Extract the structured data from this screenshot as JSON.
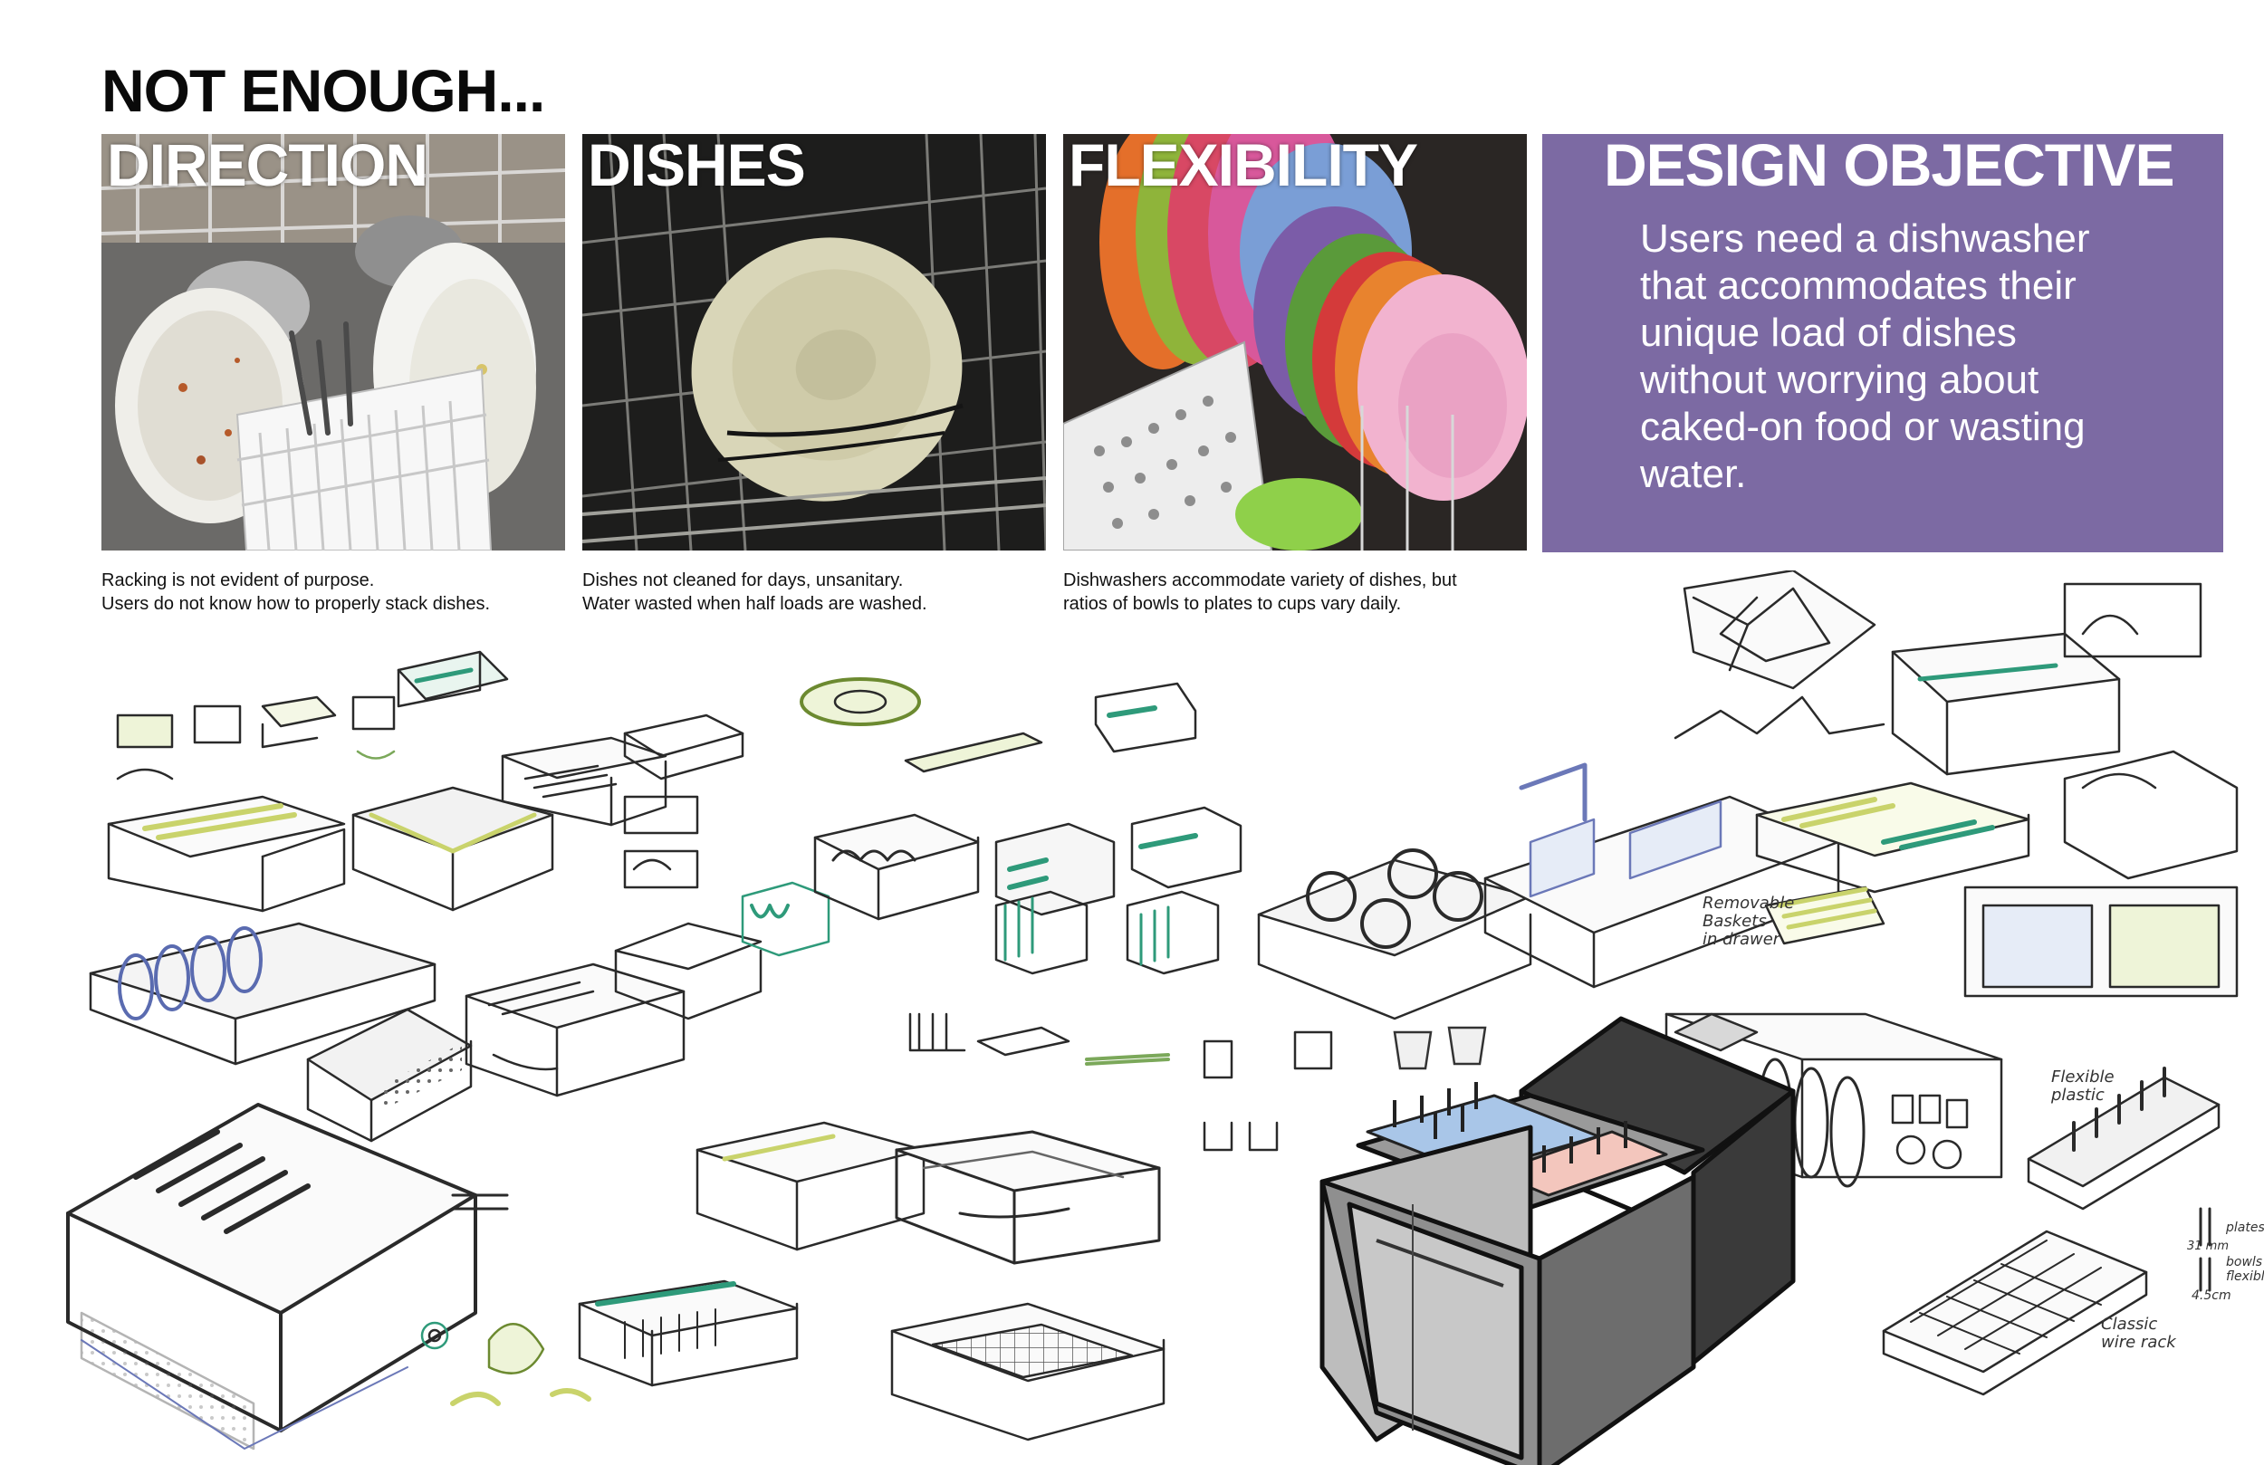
{
  "headline": "NOT ENOUGH...",
  "panels": [
    {
      "title": "DIRECTION",
      "caption_lines": [
        "Racking is not evident of purpose.",
        "Users do not know how to properly stack dishes."
      ]
    },
    {
      "title": "DISHES",
      "caption_lines": [
        "Dishes not cleaned for days, unsanitary.",
        "Water wasted when half loads are washed."
      ]
    },
    {
      "title": "FLEXIBILITY",
      "caption_lines": [
        "Dishwashers accommodate variety of dishes, but",
        "ratios of bowls to plates to cups vary daily."
      ]
    }
  ],
  "objective": {
    "title": "DESIGN OBJECTIVE",
    "lines": [
      "Users need a dishwasher",
      "that accommodates their",
      "unique load of dishes",
      "without worrying about",
      "caked-on food or wasting",
      "water."
    ]
  },
  "sketch_notes": {
    "removable": [
      "Removable",
      "Baskets",
      "in drawer"
    ],
    "flexible": [
      "Flexible",
      "plastic"
    ],
    "classic": [
      "Classic",
      "wire rack"
    ],
    "plates": "plates",
    "bowls": [
      "bowls",
      "flexibly"
    ],
    "dim1": "31 mm",
    "dim2": "4.5cm"
  },
  "colors": {
    "objective_bg": "#7c6aa3",
    "accent_green": "#2e9a7a",
    "accent_yellow": "#d8e07a",
    "accent_blue": "#a9c6e8",
    "accent_pink": "#f3c6bd"
  }
}
